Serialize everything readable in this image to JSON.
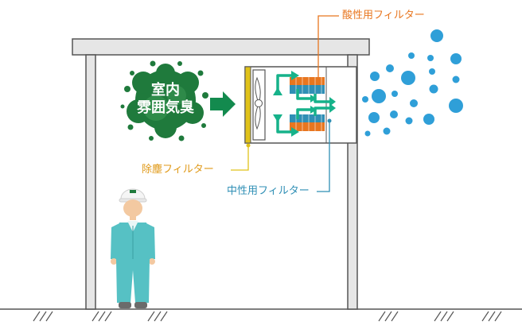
{
  "labels": {
    "acid_filter": "酸性用フィルター",
    "dust_filter": "除塵フィルター",
    "neutral_filter": "中性用フィルター"
  },
  "odor": {
    "line1": "室内",
    "line2": "雰囲気臭"
  },
  "colors": {
    "frame": "#e6e6e6",
    "frame_stroke": "#555555",
    "odor_green": "#1f7a3c",
    "arrow_green": "#138a4e",
    "airflow": "#16b28a",
    "acid_filter": "#e8761f",
    "neutral_filter": "#2f8fb5",
    "dust_filter": "#e0c21a",
    "molecule_blue": "#2f9fd8",
    "worker_teal": "#56c1c4",
    "worker_helmet": "#f5f5f5"
  }
}
